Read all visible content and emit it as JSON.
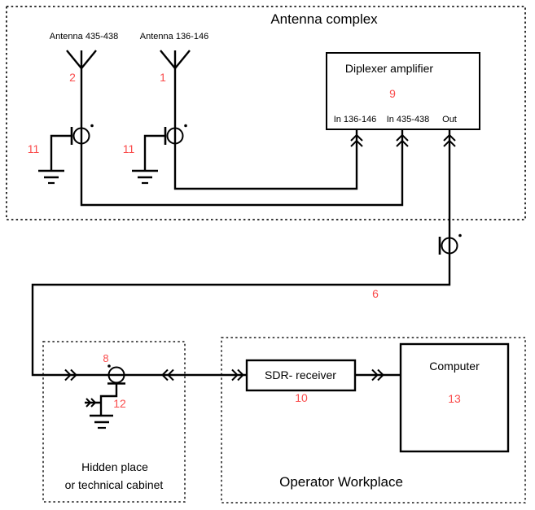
{
  "colors": {
    "line": "#000000",
    "number_red": "#fa4b4b",
    "dashed_border": "#1a1a1a"
  },
  "antenna_complex": {
    "title": "Antenna complex",
    "antennas": [
      {
        "label": "Antenna 435-438",
        "number": "2",
        "arrester_number": "11"
      },
      {
        "label": "Antenna 136-146",
        "number": "1",
        "arrester_number": "11"
      }
    ],
    "diplexer": {
      "title": "Diplexer amplifier",
      "number": "9",
      "ports": [
        {
          "label": "In 136-146"
        },
        {
          "label": "In 435-438"
        },
        {
          "label": "Out"
        }
      ]
    }
  },
  "feedline": {
    "number": "6"
  },
  "hidden_place": {
    "line1": "Hidden place",
    "line2": "or technical cabinet",
    "connector_number": "8",
    "ground_number": "12"
  },
  "operator_workplace": {
    "title": "Operator Workplace",
    "sdr_label": "SDR- receiver",
    "sdr_number": "10",
    "computer_label": "Computer",
    "computer_number": "13"
  }
}
